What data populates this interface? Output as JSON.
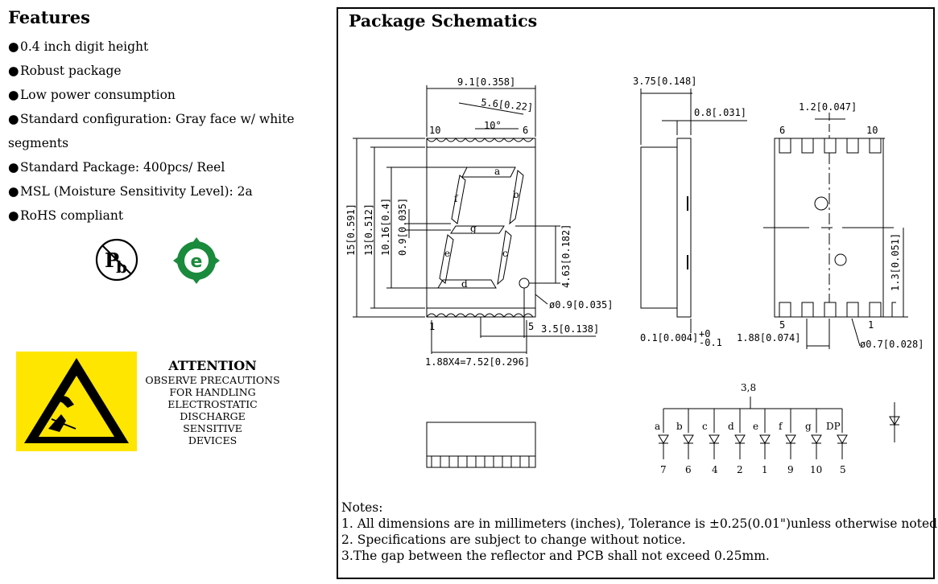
{
  "features": {
    "title": "Features",
    "items": [
      "0.4 inch digit height",
      "Robust package",
      "Low power consumption",
      "Standard configuration: Gray face w/ white",
      "segments",
      "Standard Package: 400pcs/ Reel",
      "MSL (Moisture Sensitivity Level): 2a",
      "RoHS compliant"
    ]
  },
  "icons": {
    "pb_free": "pb-free-icon",
    "recycle": "eco-recycle-icon",
    "esd": "esd-warning-icon",
    "recycle_color": "#1a8a3c",
    "esd_color": "#ffe600"
  },
  "attention": {
    "title": "ATTENTION",
    "lines": [
      "OBSERVE PRECAUTIONS",
      "FOR HANDLING",
      "ELECTROSTATIC",
      "DISCHARGE",
      "SENSITIVE",
      "DEVICES"
    ]
  },
  "schematic": {
    "title": "Package Schematics",
    "front": {
      "width": "9.1[0.358]",
      "slant": "5.6[0.22]",
      "angle": "10°",
      "pin_tl": "10",
      "pin_tr": "6",
      "pin_bl": "1",
      "pin_br": "5",
      "height_total": "15[0.591]",
      "height_body": "13[0.512]",
      "digit_height": "10.16[0.4]",
      "seg_width": "0.9[0.035]",
      "dp_offset": "4.63[0.182]",
      "dp_dia": "ø0.9[0.035]",
      "dp_x": "3.5[0.138]",
      "pin_pitch": "1.88X4=7.52[0.296]",
      "segments": [
        "a",
        "b",
        "c",
        "d",
        "e",
        "f",
        "g"
      ]
    },
    "side": {
      "depth": "3.75[0.148]",
      "lead": "0.8[.031]",
      "standoff": "0.1[0.004]",
      "tol_plus": "+0",
      "tol_minus": "-0.1"
    },
    "back": {
      "pad": "1.2[0.047]",
      "pin_tl": "6",
      "pin_tr": "10",
      "pin_bl": "5",
      "pin_br": "1",
      "offset": "1.3[0.051]",
      "pitch": "1.88[0.074]",
      "hole": "ø0.7[0.028]"
    },
    "circuit": {
      "common": "3,8",
      "anodes": [
        "a",
        "b",
        "c",
        "d",
        "e",
        "f",
        "g",
        "DP"
      ],
      "pins": [
        "7",
        "6",
        "4",
        "2",
        "1",
        "9",
        "10",
        "5"
      ]
    }
  },
  "notes": {
    "heading": "Notes:",
    "lines": [
      "1. All dimensions are in millimeters (inches), Tolerance is ±0.25(0.01\")unless otherwise noted.",
      "2. Specifications are subject to change without notice.",
      "3.The gap between the reflector and PCB shall not exceed 0.25mm."
    ]
  }
}
